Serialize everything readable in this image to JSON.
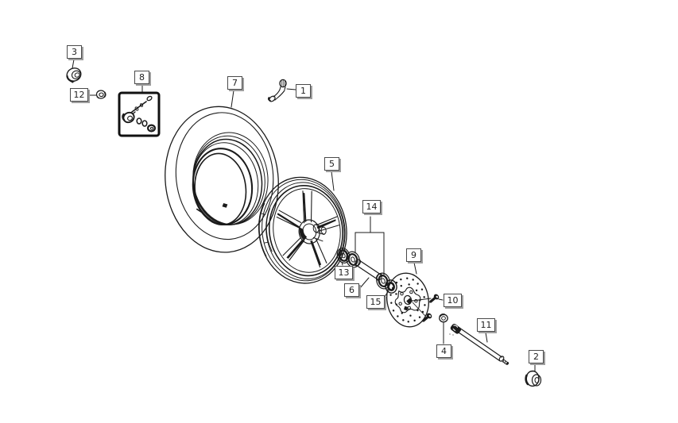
{
  "diagram": {
    "callouts": [
      {
        "label": "1"
      },
      {
        "label": "2"
      },
      {
        "label": "3"
      },
      {
        "label": "4"
      },
      {
        "label": "5"
      },
      {
        "label": "6"
      },
      {
        "label": "7"
      },
      {
        "label": "8"
      },
      {
        "label": "9"
      },
      {
        "label": "10"
      },
      {
        "label": "11"
      },
      {
        "label": "12"
      },
      {
        "label": "13"
      },
      {
        "label": "14"
      },
      {
        "label": "15"
      }
    ],
    "colors": {
      "background": "#ffffff",
      "ink": "#1b1b1b",
      "callout_fill": "#ffffff",
      "callout_border": "#4a4a4a",
      "callout_shadow": "#9e9e9e",
      "callout_text": "#222222",
      "kit_box_border": "#111111"
    }
  }
}
